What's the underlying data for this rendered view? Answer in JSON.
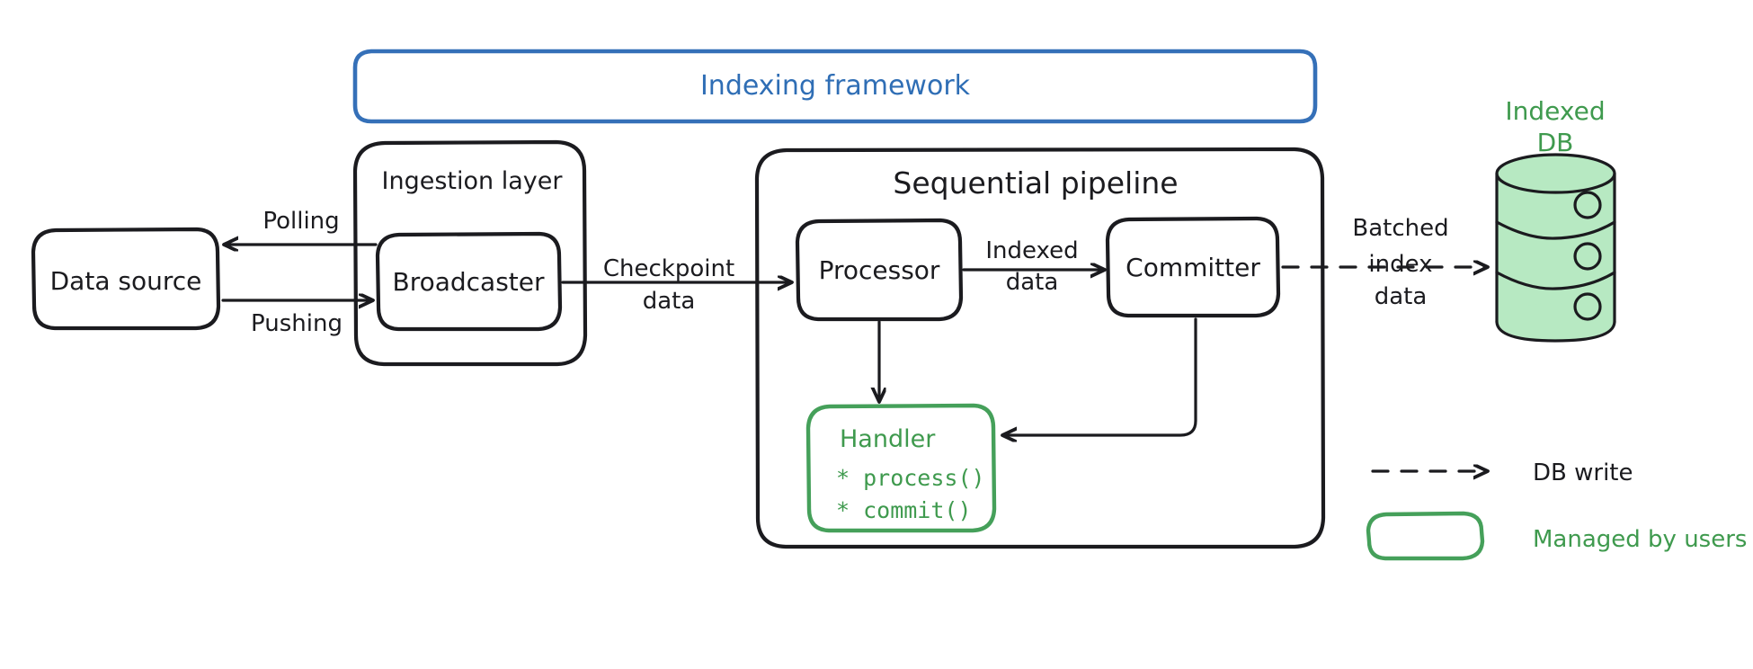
{
  "diagram": {
    "title_banner": {
      "label": "Indexing framework",
      "color": "#3570b8"
    },
    "containers": [
      {
        "id": "ingestion",
        "label": "Ingestion layer"
      },
      {
        "id": "pipeline",
        "label": "Sequential pipeline"
      }
    ],
    "nodes": [
      {
        "id": "data-source",
        "label": "Data source"
      },
      {
        "id": "broadcaster",
        "label": "Broadcaster"
      },
      {
        "id": "processor",
        "label": "Processor"
      },
      {
        "id": "committer",
        "label": "Committer"
      }
    ],
    "handler": {
      "title": "Handler",
      "methods": [
        "* process()",
        "* commit()"
      ],
      "color": "#45a05a"
    },
    "database": {
      "label_line1": "Indexed",
      "label_line2": "DB",
      "fill": "#b7e9c2",
      "color": "#3f9a4e"
    },
    "edges": [
      {
        "id": "polling",
        "label": "Polling",
        "label2": ""
      },
      {
        "id": "pushing",
        "label": "Pushing",
        "label2": ""
      },
      {
        "id": "checkpoint",
        "label": "Checkpoint",
        "label2": "data"
      },
      {
        "id": "indexed-data",
        "label": "Indexed",
        "label2": "data"
      },
      {
        "id": "batched-index",
        "label": "Batched",
        "label2": "index",
        "label3": "data"
      }
    ],
    "legend": [
      {
        "id": "db-write",
        "label": "DB write",
        "style": "dashed-arrow",
        "color": "#1b1b1f"
      },
      {
        "id": "user-managed",
        "label": "Managed by users",
        "style": "green-box",
        "color": "#45a05a"
      }
    ]
  }
}
